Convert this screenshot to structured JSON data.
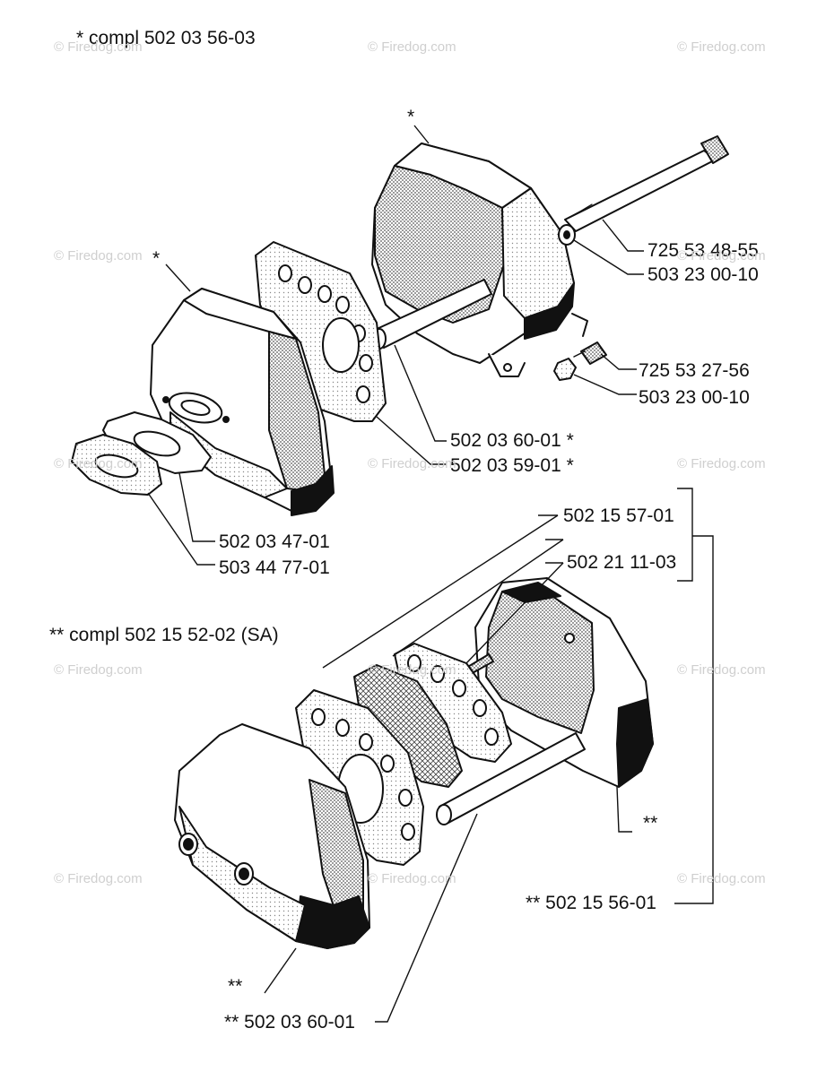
{
  "headings": {
    "assembly_1": "*  compl 502 03 56-03",
    "assembly_2": "**  compl 502 15 52-02 (SA)"
  },
  "part_labels": [
    {
      "key": "p1",
      "text": "725 53 48-55"
    },
    {
      "key": "p2",
      "text": "503 23 00-10"
    },
    {
      "key": "p3",
      "text": "725 53 27-56"
    },
    {
      "key": "p4",
      "text": "503 23 00-10"
    },
    {
      "key": "p5",
      "text": "502 03 60-01  *"
    },
    {
      "key": "p6",
      "text": "502 03 59-01  *"
    },
    {
      "key": "p7",
      "text": "502 03 47-01"
    },
    {
      "key": "p8",
      "text": "503 44 77-01"
    },
    {
      "key": "p9",
      "text": "502 15 57-01"
    },
    {
      "key": "p10",
      "text": "502 21 11-03"
    },
    {
      "key": "p11",
      "text": "**  502 15 56-01"
    },
    {
      "key": "p12",
      "text": "** 502 03 60-01"
    }
  ],
  "markers": {
    "star_top_cover": "*",
    "star_left_cover": "*",
    "dstar_right_cover": "**",
    "dstar_bottom_cover": "**"
  },
  "watermark": "© Firedog.com"
}
